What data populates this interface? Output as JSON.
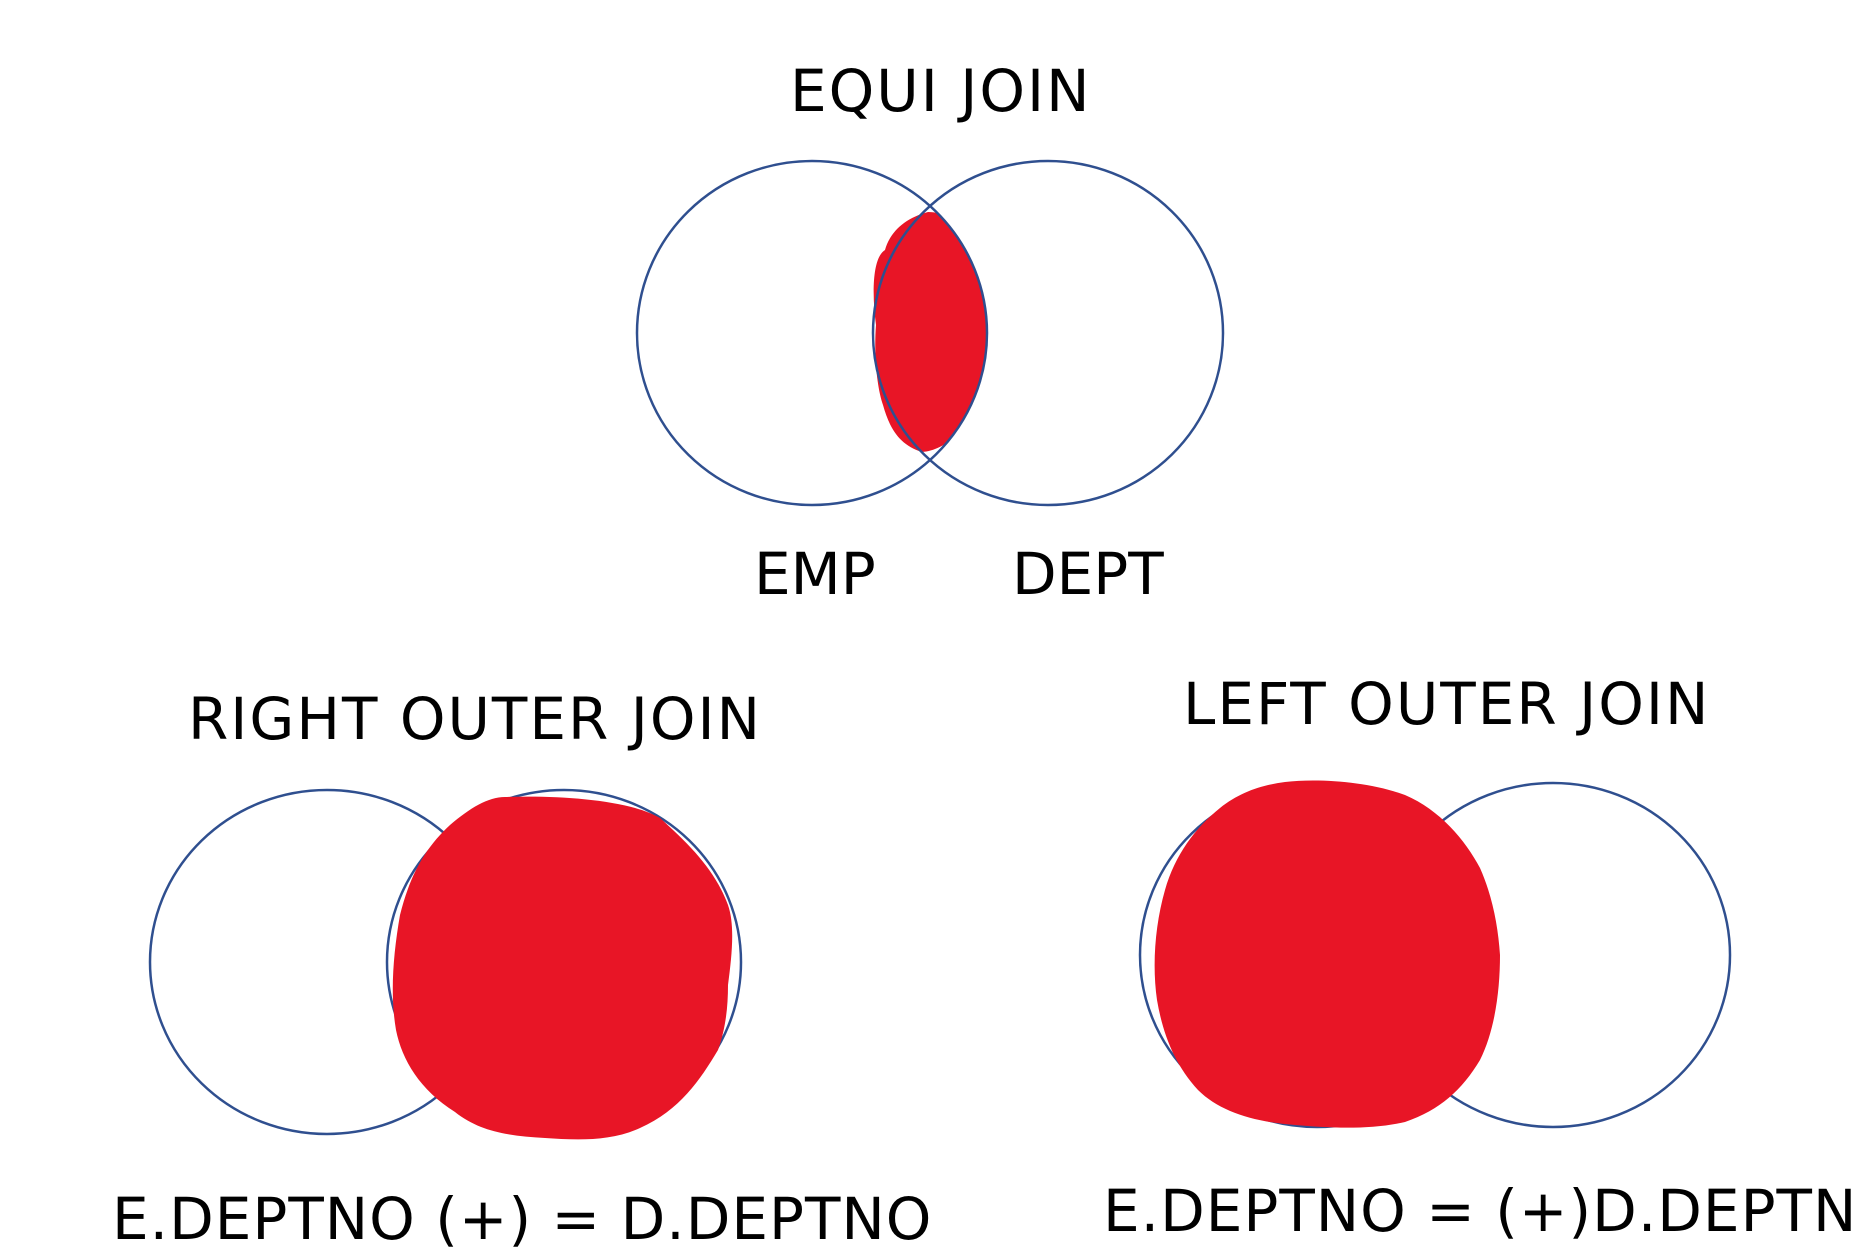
{
  "colors": {
    "circle_stroke": "#2f4f8f",
    "highlight_fill": "#e81526",
    "text": "#000000",
    "background": "#ffffff"
  },
  "equi_join": {
    "title": "EQUI JOIN",
    "left_set": "EMP",
    "right_set": "DEPT",
    "highlight": "intersection"
  },
  "right_outer_join": {
    "title": "RIGHT OUTER JOIN",
    "condition": "E.DEPTNO (+) = D.DEPTNO",
    "highlight": "right-set"
  },
  "left_outer_join": {
    "title": "LEFT OUTER JOIN",
    "condition": "E.DEPTNO = (+)D.DEPTNO",
    "highlight": "left-set"
  }
}
